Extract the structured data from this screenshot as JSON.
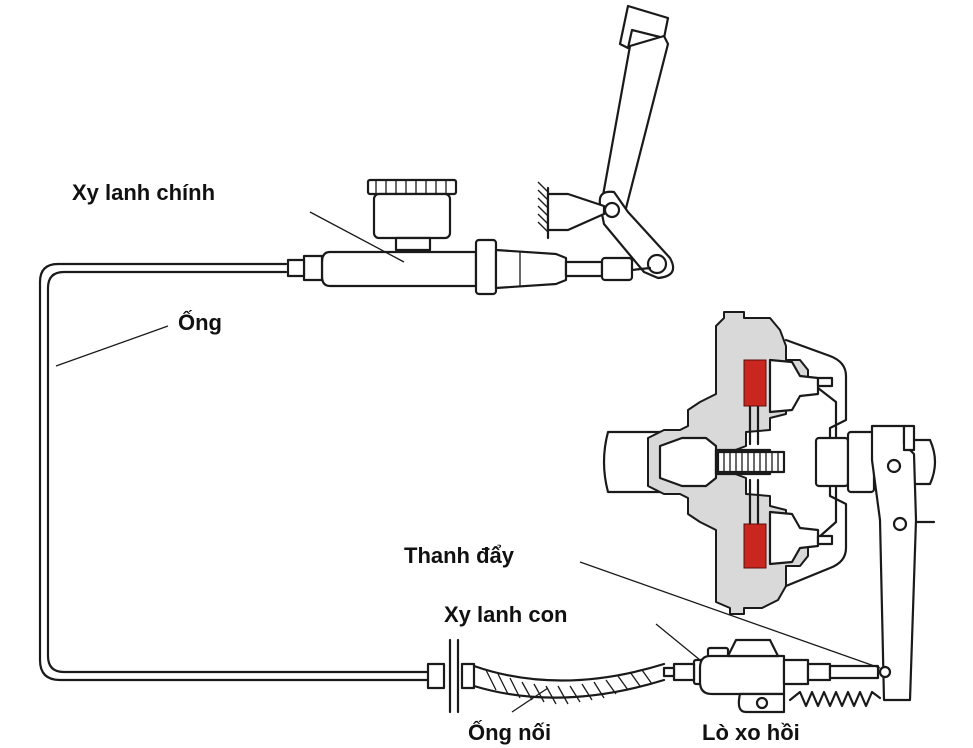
{
  "labels": {
    "master_cylinder": "Xy lanh chính",
    "pipe": "Ống",
    "push_rod": "Thanh đẩy",
    "slave_cylinder": "Xy lanh con",
    "hose": "Ống nối",
    "return_spring": "Lò xo hồi"
  },
  "icons": [
    "clutch-pedal-icon",
    "master-cylinder-icon",
    "reservoir-icon",
    "clutch-assembly-icon",
    "release-fork-icon",
    "slave-cylinder-icon",
    "return-spring-icon",
    "flexible-hose-icon"
  ],
  "colors": {
    "friction_lining": "#c8261e",
    "housing": "#d9d9d9",
    "stroke": "#1a1a1a"
  }
}
